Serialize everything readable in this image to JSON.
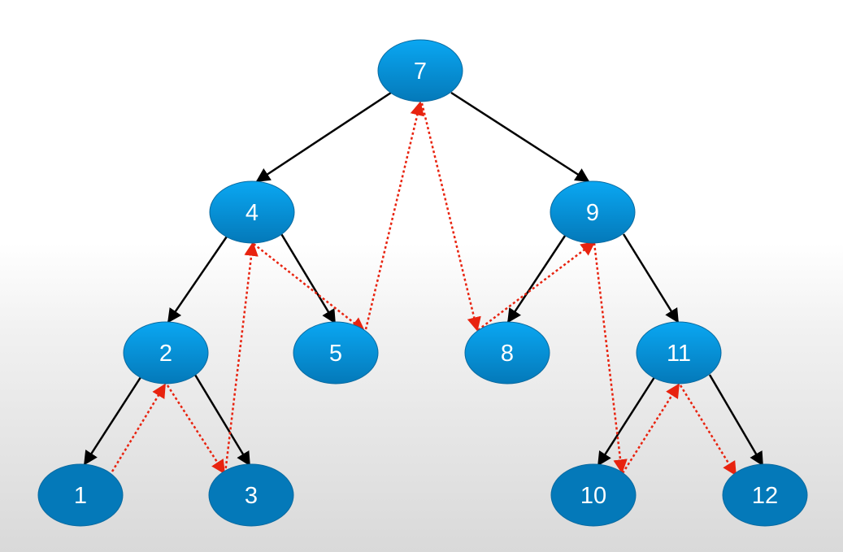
{
  "colors": {
    "node_fill_top": "#0aa7f2",
    "node_fill_bottom": "#0479b9",
    "node_stroke": "#0a6aa0",
    "label": "#ffffff",
    "tree_edge": "#000000",
    "thread_edge": "#e8230f"
  },
  "nodes": [
    {
      "id": "n7",
      "label": "7"
    },
    {
      "id": "n4",
      "label": "4"
    },
    {
      "id": "n9",
      "label": "9"
    },
    {
      "id": "n2",
      "label": "2"
    },
    {
      "id": "n5",
      "label": "5"
    },
    {
      "id": "n8",
      "label": "8"
    },
    {
      "id": "n11",
      "label": "11"
    },
    {
      "id": "n1",
      "label": "1"
    },
    {
      "id": "n3",
      "label": "3"
    },
    {
      "id": "n10",
      "label": "10"
    },
    {
      "id": "n12",
      "label": "12"
    }
  ],
  "tree_edges": [
    {
      "from": "n7",
      "to": "n4"
    },
    {
      "from": "n7",
      "to": "n9"
    },
    {
      "from": "n4",
      "to": "n2"
    },
    {
      "from": "n4",
      "to": "n5"
    },
    {
      "from": "n9",
      "to": "n8"
    },
    {
      "from": "n9",
      "to": "n11"
    },
    {
      "from": "n2",
      "to": "n1"
    },
    {
      "from": "n2",
      "to": "n3"
    },
    {
      "from": "n11",
      "to": "n10"
    },
    {
      "from": "n11",
      "to": "n12"
    }
  ],
  "thread_edges": [
    {
      "from": "n1",
      "to": "n2"
    },
    {
      "from": "n2",
      "to": "n3"
    },
    {
      "from": "n3",
      "to": "n4"
    },
    {
      "from": "n4",
      "to": "n5"
    },
    {
      "from": "n5",
      "to": "n7"
    },
    {
      "from": "n7",
      "to": "n8"
    },
    {
      "from": "n8",
      "to": "n9"
    },
    {
      "from": "n9",
      "to": "n10"
    },
    {
      "from": "n10",
      "to": "n11"
    },
    {
      "from": "n11",
      "to": "n12"
    }
  ]
}
